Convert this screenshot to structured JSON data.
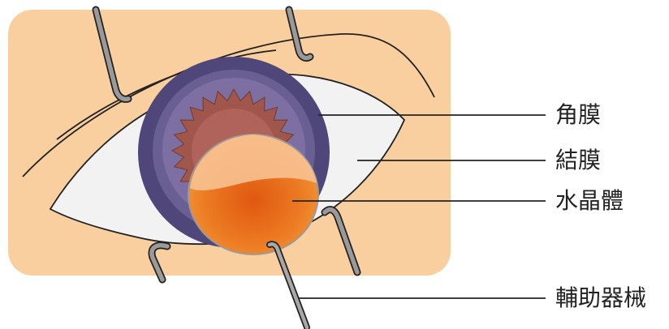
{
  "labels": {
    "cornea": "角膜",
    "conjunctiva": "結膜",
    "lens": "水晶體",
    "instrument": "輔助器械"
  },
  "colors": {
    "skin": "#f9cfa0",
    "sclera": "#f2f2f2",
    "cornea_ring": "#5a4f83",
    "iris": "#a0564a",
    "lens_light": "#f7b98a",
    "lens_dark": "#e86518",
    "hook": "#8a8a8a",
    "outline": "#222222"
  }
}
